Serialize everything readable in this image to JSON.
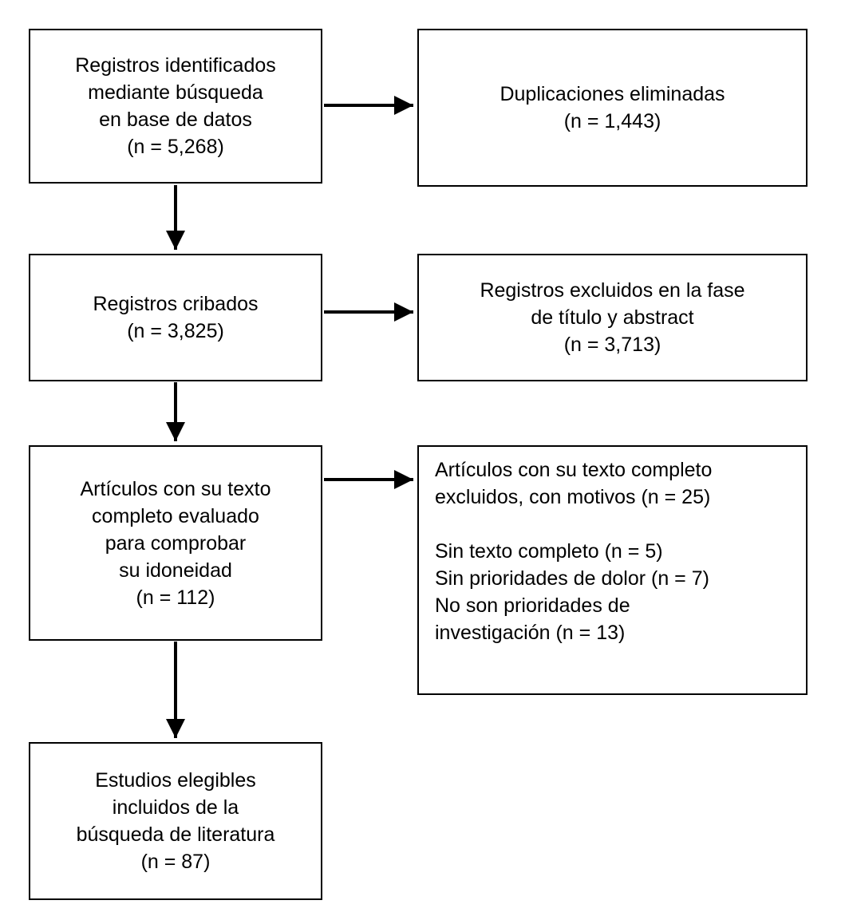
{
  "diagram": {
    "type": "prisma-flowchart",
    "language": "es",
    "boxes": {
      "identified": {
        "text": "Registros identificados\nmediante búsqueda\nen base de datos\n(n = 5,268)"
      },
      "duplicates_removed": {
        "text": "Duplicaciones eliminadas\n(n = 1,443)"
      },
      "screened": {
        "text": "Registros cribados\n(n = 3,825)"
      },
      "excluded_title_abstract": {
        "text": "Registros excluidos en la fase\nde título y abstract\n(n = 3,713)"
      },
      "fulltext_assessed": {
        "text": "Artículos con su texto\ncompleto evaluado\npara comprobar\nsu idoneidad\n(n = 112)"
      },
      "fulltext_excluded": {
        "text": "Artículos con su texto completo\nexcluidos, con motivos (n = 25)\n\nSin texto completo (n = 5)\nSin prioridades de dolor (n = 7)\nNo son prioridades de\ninvestigación (n = 13)"
      },
      "included": {
        "text": "Estudios elegibles\nincluidos de la\nbúsqueda de literatura\n(n = 87)"
      }
    },
    "counts": {
      "identified": "5,268",
      "duplicates_removed": "1,443",
      "screened": "3,825",
      "excluded_title_abstract": "3,713",
      "fulltext_assessed": "112",
      "fulltext_excluded_total": "25",
      "no_fulltext": "5",
      "no_pain_priorities": "7",
      "not_research_priorities": "13",
      "included": "87"
    },
    "colors": {
      "box_border": "#000000",
      "box_background": "#ffffff",
      "arrow": "#000000",
      "text": "#000000"
    }
  }
}
